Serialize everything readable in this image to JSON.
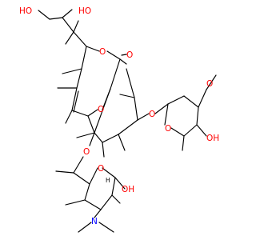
{
  "molecule": {
    "atoms": {
      "hydroxyl_top": "HO",
      "hydroxyl_top2": "HO",
      "ring_oxygen_lactone": "O",
      "carbonyl_oxygen": "O",
      "ether_oxygen_furan": "O",
      "ether_oxygen_glycoside_right": "O",
      "ring_oxygen_sugar_right": "O",
      "methoxy_oxygen": "O",
      "hydroxyl_sugar_right": "OH",
      "ether_oxygen_glycoside_left": "O",
      "ring_oxygen_sugar_left": "O",
      "hydroxyl_sugar_left": "OH",
      "amine_nitrogen": "N",
      "hydrogen_label": "H"
    },
    "colors": {
      "bond": "#000000",
      "oxygen": "#ff0000",
      "nitrogen": "#0000ff",
      "carbon_label": "#000000"
    }
  }
}
